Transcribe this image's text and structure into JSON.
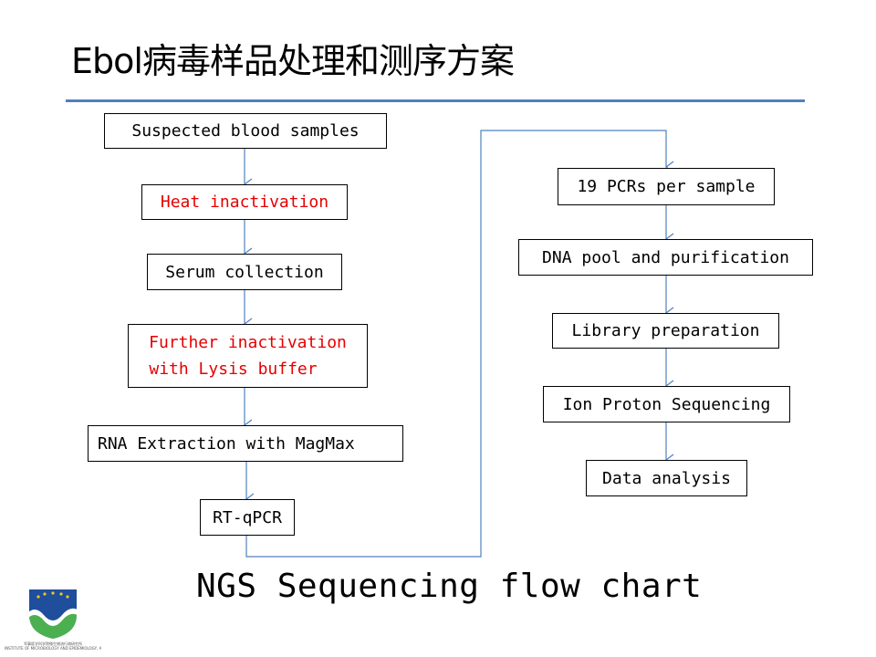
{
  "slide": {
    "title": "Ebol病毒样品处理和测序方案",
    "caption": "NGS Sequencing flow chart"
  },
  "flow_left": [
    {
      "label": "Suspected blood samples",
      "highlight": false
    },
    {
      "label": "Heat inactivation",
      "highlight": true
    },
    {
      "label": "Serum collection",
      "highlight": false
    },
    {
      "label_lines": [
        "Further inactivation",
        "with Lysis buffer"
      ],
      "highlight": true
    },
    {
      "label": "RNA Extraction with MagMax",
      "highlight": false
    },
    {
      "label": "RT-qPCR",
      "highlight": false
    }
  ],
  "flow_right": [
    {
      "label": "19 PCRs per sample"
    },
    {
      "label": "DNA pool and purification"
    },
    {
      "label": "Library preparation"
    },
    {
      "label": "Ion Proton Sequencing"
    },
    {
      "label": "Data analysis"
    }
  ],
  "logo": {
    "caption_lines": [
      "军事医学科学院微生物流行病研究所",
      "INSTITUTE OF MICROBIOLOGY AND EPIDEMIOLOGY, AMMS"
    ]
  },
  "colors": {
    "accent_rule": "#4f81bd",
    "arrow": "#4f81bd",
    "highlight_text": "#e60000"
  }
}
